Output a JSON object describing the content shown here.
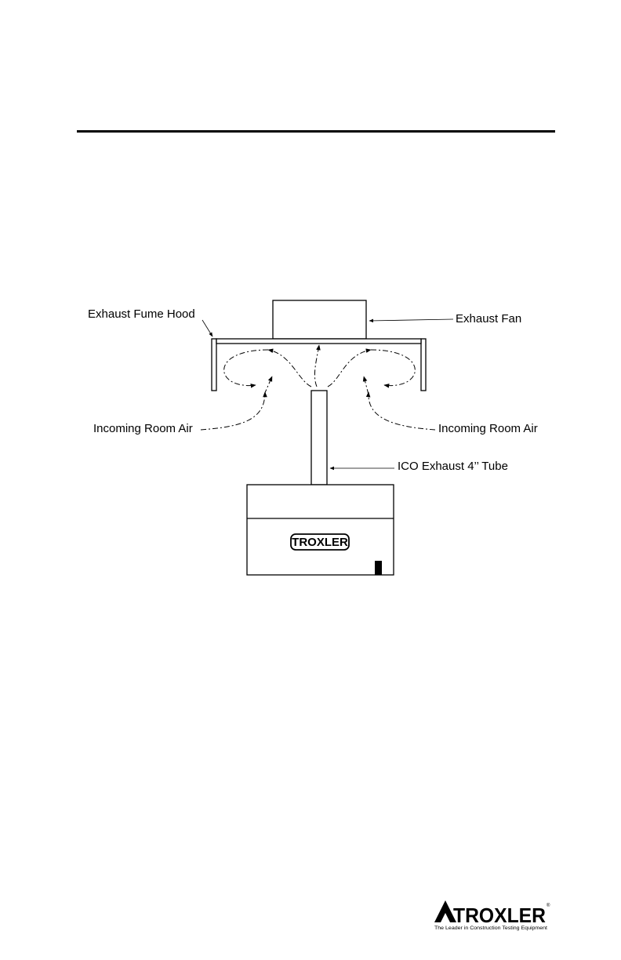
{
  "figure": {
    "labels": {
      "hood": "Exhaust Fume Hood",
      "fan": "Exhaust Fan",
      "air_left": "Incoming Room Air",
      "air_right": "Incoming Room Air",
      "tube": "ICO Exhaust 4’’ Tube"
    },
    "device_badge": "TROXLER"
  },
  "footer": {
    "brand": "TROXLER",
    "registered": "®",
    "tagline": "The Leader in Construction Testing Equipment"
  }
}
